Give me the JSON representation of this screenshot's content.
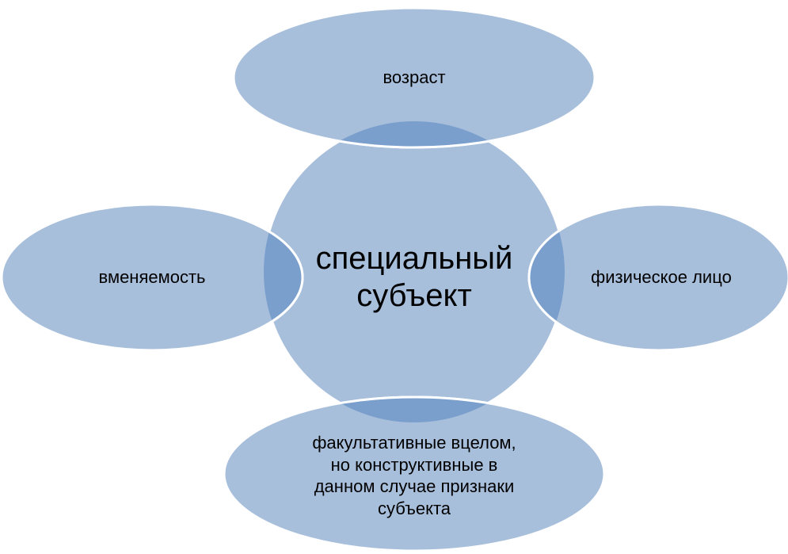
{
  "colors": {
    "node_fill": "#a8bfdc",
    "overlap_fill": "#7a9fcc",
    "stroke": "#ffffff",
    "text": "#000000"
  },
  "nodes": {
    "center": {
      "line1": "специальный",
      "line2": "субъект"
    },
    "top": {
      "text": "возраст"
    },
    "left": {
      "text": "вменяемость"
    },
    "right": {
      "text": "физическое лицо"
    },
    "bottom": {
      "line1": "факультативные вцелом,",
      "line2": "но конструктивные в",
      "line3": "данном случае признаки",
      "line4": "субъекта"
    }
  }
}
